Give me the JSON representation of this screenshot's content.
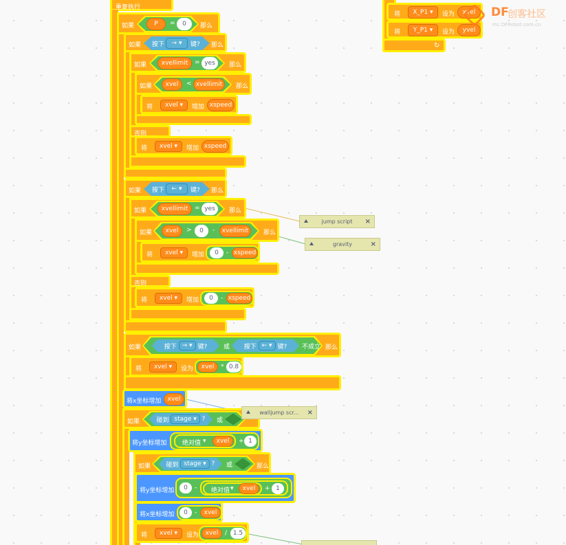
{
  "labels": {
    "forever": "重复执行",
    "if": "如果",
    "then": "那么",
    "else": "否则",
    "set_word": "将",
    "set_to": "设为",
    "change_by": "增加",
    "key_pressed": "按下",
    "key_word": "键?",
    "or": "或",
    "not": "不成立",
    "change_x": "将x坐标增加",
    "change_y": "将y坐标增加",
    "touching": "碰到",
    "question": "?",
    "abs": "绝对值"
  },
  "ops": {
    "eq": "=",
    "lt": "<",
    "gt": ">",
    "minus": "-",
    "plus": "+",
    "times": "*",
    "div": "/"
  },
  "vars": {
    "P": "P",
    "xvellimit": "xvellimit",
    "xvel": "xvel",
    "xspeed": "xspeed",
    "X_P1": "X_P1",
    "Y_P1": "Y_P1",
    "yvel": "yvel"
  },
  "keys": {
    "right": "→",
    "left": "←"
  },
  "values": {
    "zero": "0",
    "yes": "yes",
    "point8": "0.8",
    "one": "1",
    "onefive": "1.5",
    "stage": "stage"
  },
  "notes": {
    "jump": "jump script",
    "gravity": "gravity",
    "walljump": "walljump scr..."
  },
  "watermark": {
    "brand": "DF",
    "sub": "创客社区",
    "url": "mc.DFRobot.com.cn"
  },
  "colors": {
    "control": "#ffab19",
    "operator": "#59c059",
    "sensing": "#5cb1d6",
    "variable": "#ff8c1a",
    "motion": "#4c97ff",
    "highlight": "#ffef00",
    "note": "#e5e6ad"
  }
}
